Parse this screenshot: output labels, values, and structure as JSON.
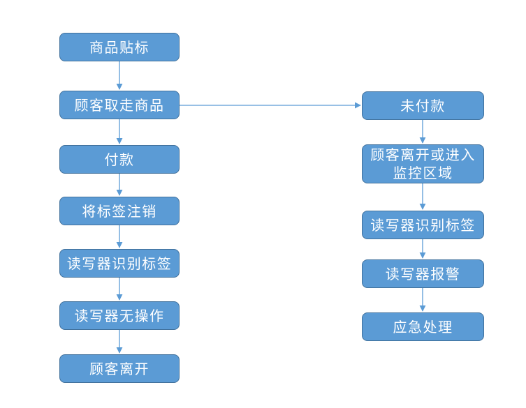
{
  "colors": {
    "page_bg": "#ffffff",
    "node_fill": "#5b9bd5",
    "node_border": "#41719c",
    "arrow": "#5b9bd5",
    "text": "#ffffff"
  },
  "nodes": {
    "left": [
      {
        "id": "l1",
        "label": "商品贴标"
      },
      {
        "id": "l2",
        "label": "顾客取走商品"
      },
      {
        "id": "l3",
        "label": "付款"
      },
      {
        "id": "l4",
        "label": "将标签注销"
      },
      {
        "id": "l5",
        "label": "读写器识别标签"
      },
      {
        "id": "l6",
        "label": "读写器无操作"
      },
      {
        "id": "l7",
        "label": "顾客离开"
      }
    ],
    "right": [
      {
        "id": "r1",
        "label": "未付款"
      },
      {
        "id": "r2",
        "label": "顾客离开或进入监控区域"
      },
      {
        "id": "r3",
        "label": "读写器识别标签"
      },
      {
        "id": "r4",
        "label": "读写器报警"
      },
      {
        "id": "r5",
        "label": "应急处理"
      }
    ]
  },
  "edges": [
    {
      "from": "l1",
      "to": "l2"
    },
    {
      "from": "l2",
      "to": "l3"
    },
    {
      "from": "l3",
      "to": "l4"
    },
    {
      "from": "l4",
      "to": "l5"
    },
    {
      "from": "l5",
      "to": "l6"
    },
    {
      "from": "l6",
      "to": "l7"
    },
    {
      "from": "l2",
      "to": "r1"
    },
    {
      "from": "r1",
      "to": "r2"
    },
    {
      "from": "r2",
      "to": "r3"
    },
    {
      "from": "r3",
      "to": "r4"
    },
    {
      "from": "r4",
      "to": "r5"
    }
  ]
}
